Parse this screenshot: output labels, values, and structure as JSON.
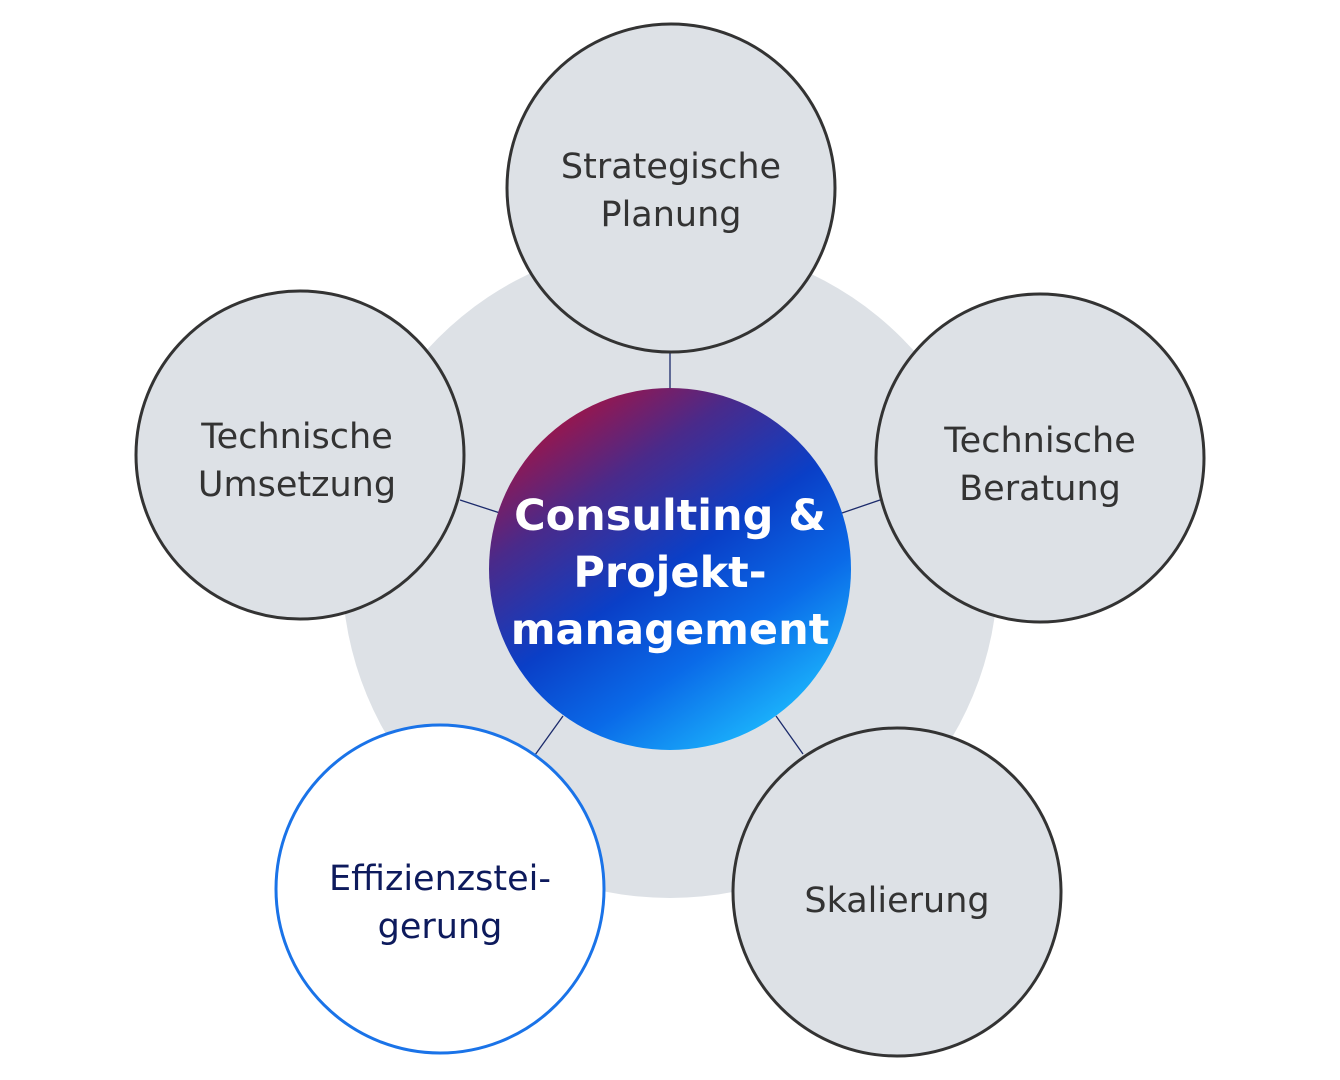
{
  "center": {
    "lines": [
      "Consulting &",
      "Projekt-",
      "management"
    ]
  },
  "nodes": [
    {
      "id": "strategische-planung",
      "lines": [
        "Strategische",
        "Planung"
      ]
    },
    {
      "id": "technische-beratung",
      "lines": [
        "Technische",
        "Beratung"
      ]
    },
    {
      "id": "skalierung",
      "lines": [
        "Skalierung"
      ]
    },
    {
      "id": "effizienzsteigerung",
      "lines": [
        "Effizienzstei-",
        "gerung"
      ],
      "highlighted": true
    },
    {
      "id": "technische-umsetzung",
      "lines": [
        "Technische",
        "Umsetzung"
      ]
    }
  ],
  "colors": {
    "background_circle": "#dde1e6",
    "node_fill": "#dde1e6",
    "node_stroke": "#333333",
    "highlight_stroke": "#1a73e8",
    "gradient": [
      "#a8123a",
      "#0a3fc7",
      "#1ab4ff"
    ]
  }
}
